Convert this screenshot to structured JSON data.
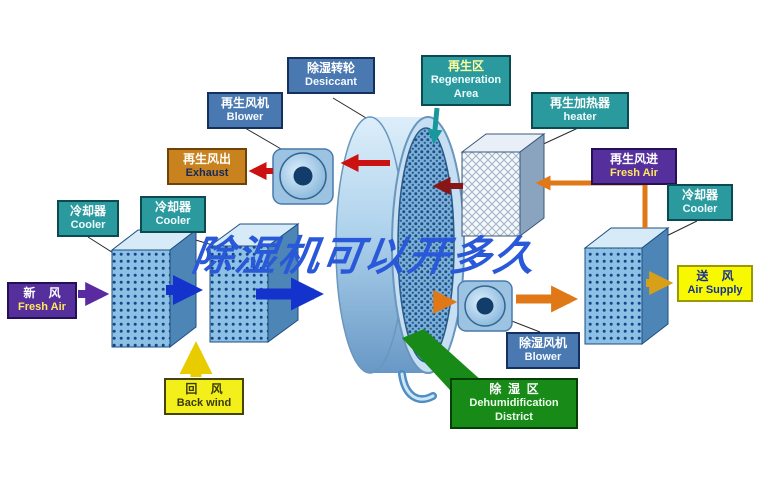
{
  "watermark": {
    "text": "除湿机可以开多久"
  },
  "labels": {
    "desiccant": {
      "zh": "除湿转轮",
      "en": "Desiccant"
    },
    "regen_area": {
      "zh": "再生区",
      "en": "Regeneration Area"
    },
    "regen_blower": {
      "zh": "再生风机",
      "en": "Blower"
    },
    "regen_heater": {
      "zh": "再生加热器",
      "en": "heater"
    },
    "exhaust": {
      "zh": "再生风出",
      "en": "Exhaust"
    },
    "regen_fresh_air": {
      "zh": "再生风进",
      "en": "Fresh Air"
    },
    "cooler_left_outer": {
      "zh": "冷却器",
      "en": "Cooler"
    },
    "cooler_left_inner": {
      "zh": "冷却器",
      "en": "Cooler"
    },
    "cooler_right": {
      "zh": "冷却器",
      "en": "Cooler"
    },
    "fresh_air": {
      "zh": "新    风",
      "en": "Fresh Air"
    },
    "air_supply": {
      "zh": "送    风",
      "en": "Air Supply"
    },
    "back_wind": {
      "zh": "回    风",
      "en": "Back wind"
    },
    "dehumid_blower": {
      "zh": "除湿风机",
      "en": "Blower"
    },
    "dehumid_district": {
      "zh": "除  湿  区",
      "en": "Dehumidification District"
    }
  },
  "colors": {
    "process_air_blue": "#1333cc",
    "regen_air_red": "#cc1111",
    "regen_air_darkred": "#8a1515",
    "supply_orange": "#e07818",
    "supply_gold": "#d8a018",
    "return_yellow": "#e8cc00",
    "fresh_purple": "#5a2aa0",
    "label_blue": "#4a78b0",
    "label_teal": "#2a9a9e",
    "label_purple": "#55309d",
    "label_orange": "#c8821e",
    "label_yellow": "#f8f800",
    "label_green": "#188a18",
    "watermark_blue": "#2958d8"
  }
}
